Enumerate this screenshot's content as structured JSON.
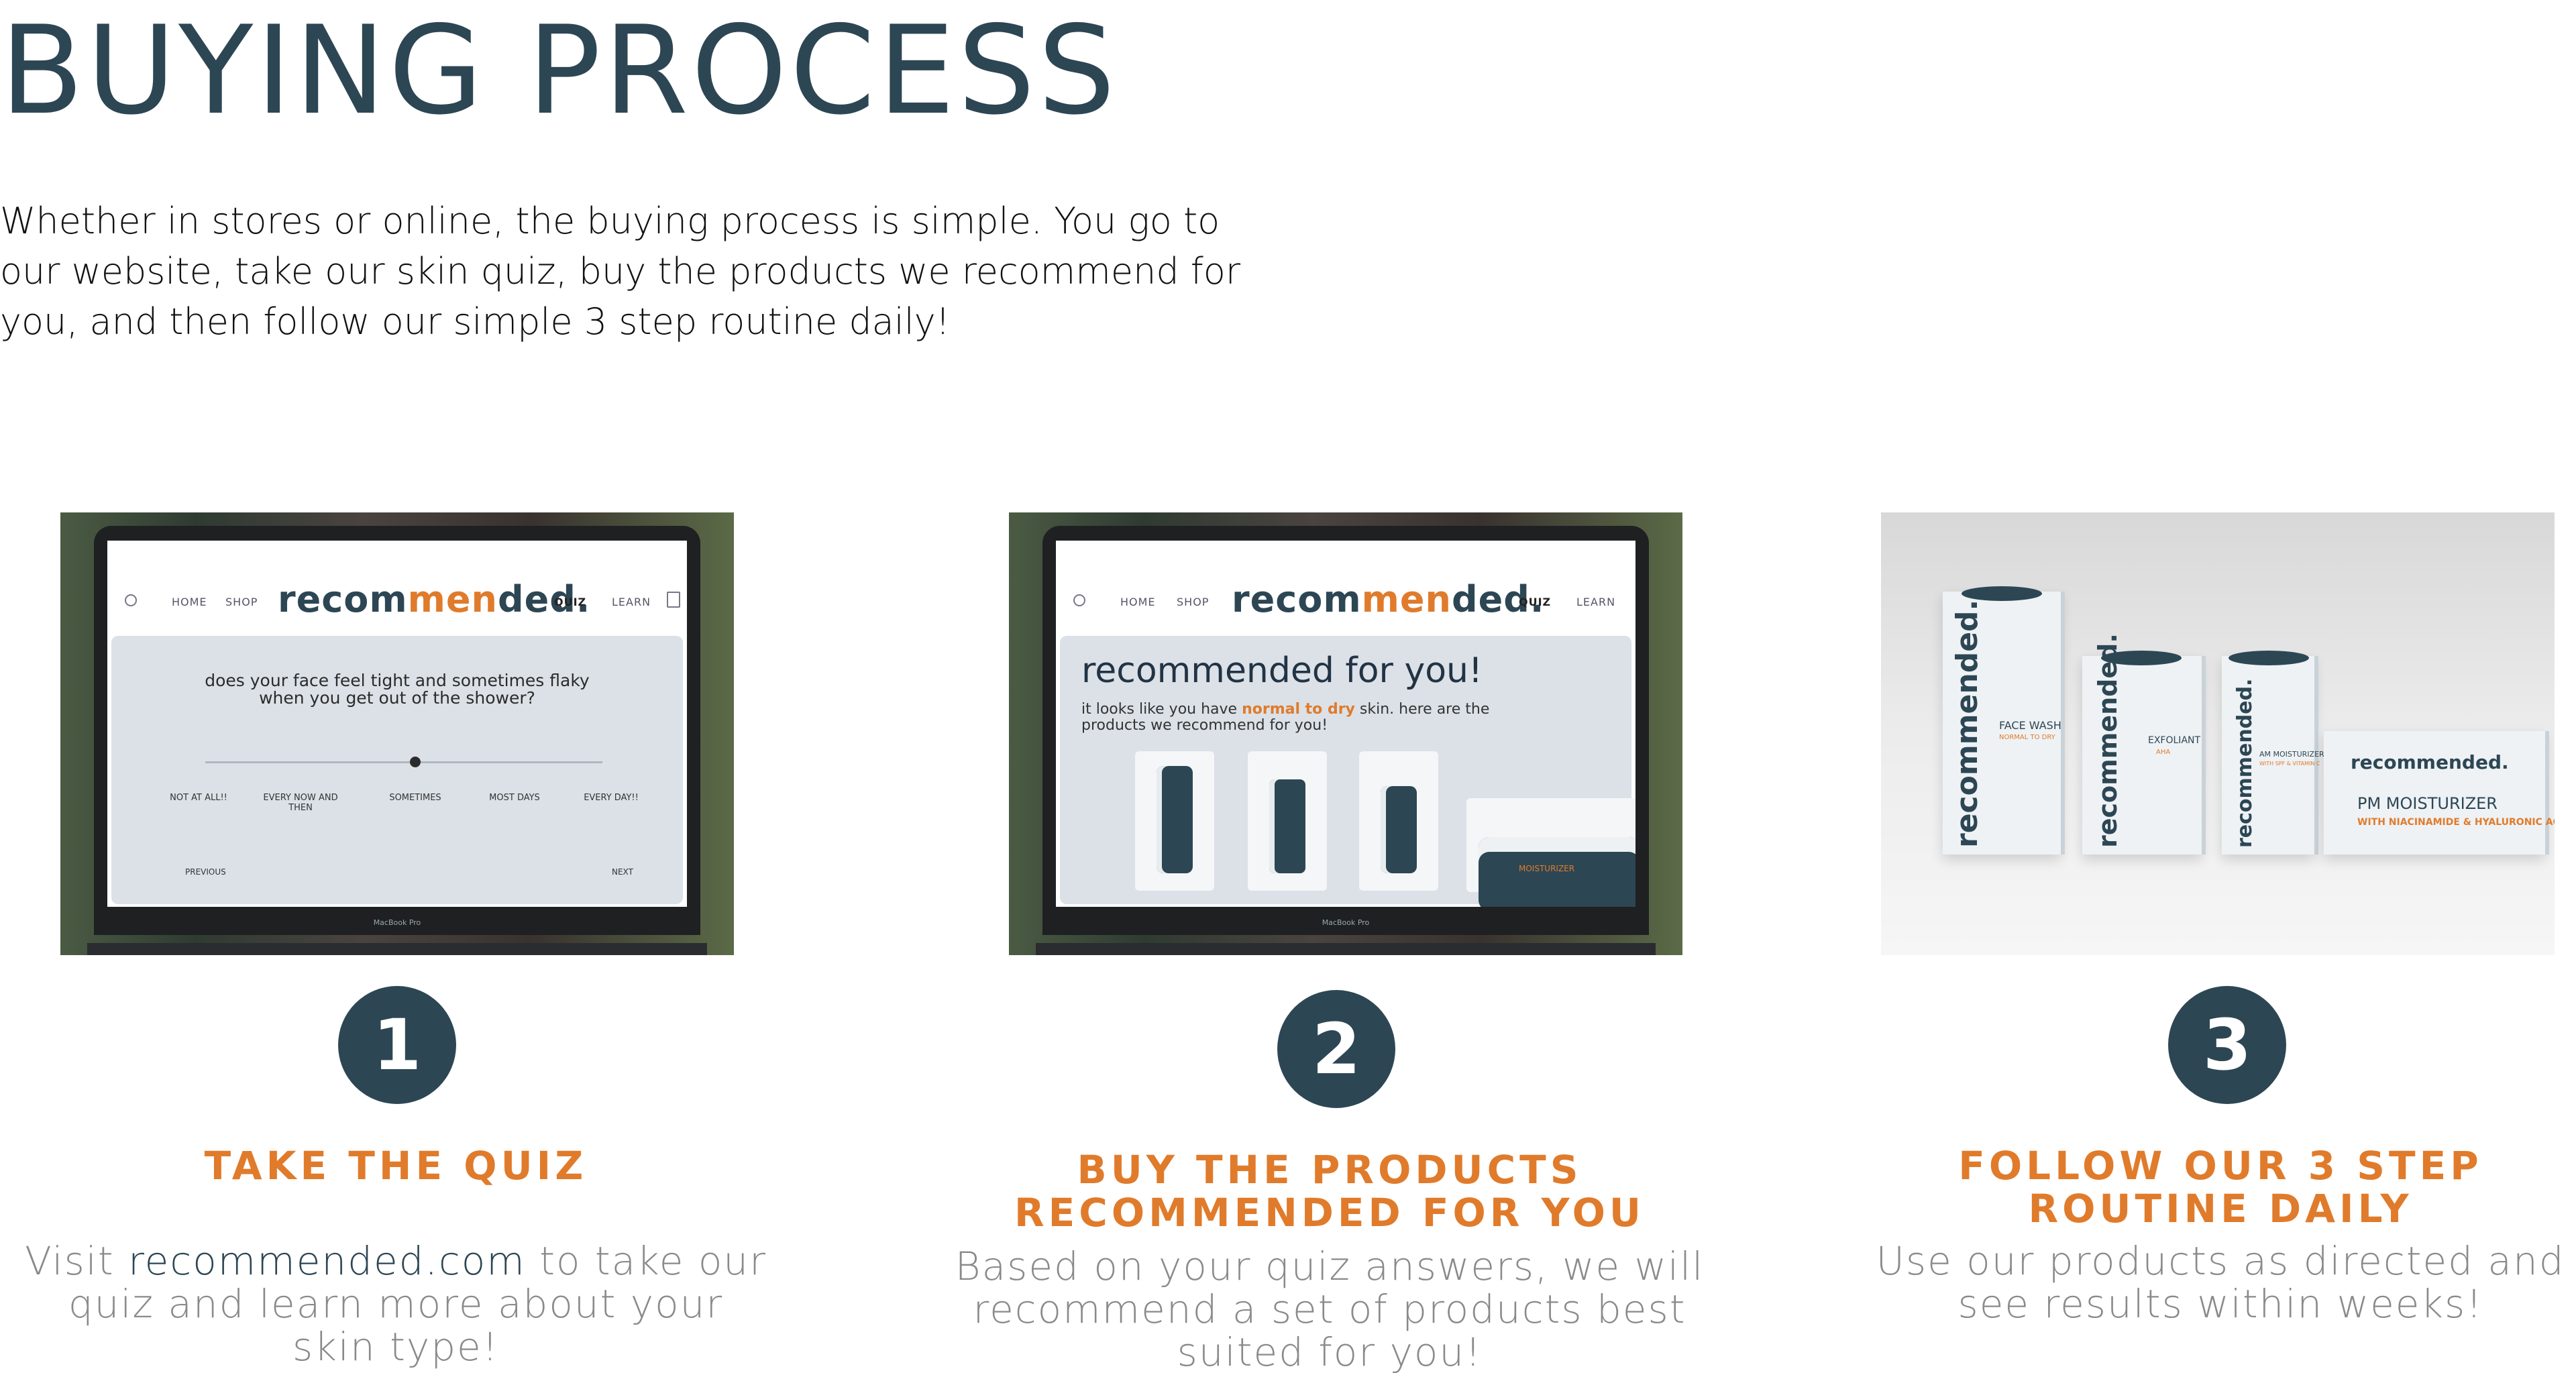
{
  "page": {
    "title": "BUYING PROCESS",
    "intro": "Whether in stores or online, the buying process is simple. You go to our website, take our skin quiz, buy the products we recommend for you, and then follow our simple 3 step routine daily!"
  },
  "colors": {
    "navy": "#2d4654",
    "accent": "#e07b2b",
    "muted": "#8a8a8a"
  },
  "brand": {
    "pre": "recom",
    "hl": "men",
    "post": "ded."
  },
  "laptop": {
    "label": "MacBook Pro"
  },
  "screen1": {
    "nav": {
      "home": "HOME",
      "shop": "SHOP",
      "quiz": "QUIZ",
      "learn": "LEARN"
    },
    "question_line1": "does your face feel tight and sometimes flaky",
    "question_line2": "when you get out of the shower?",
    "options": [
      "NOT AT ALL!!",
      "EVERY NOW AND THEN",
      "SOMETIMES",
      "MOST DAYS",
      "EVERY DAY!!"
    ],
    "selected_option": "SOMETIMES",
    "previous": "PREVIOUS",
    "next": "NEXT"
  },
  "screen2": {
    "nav": {
      "home": "HOME",
      "shop": "SHOP",
      "quiz": "QUIZ",
      "learn": "LEARN"
    },
    "heading": "recommended for you!",
    "sub_pre": "it looks like you have ",
    "sub_hl": "normal to dry",
    "sub_post": " skin. here are the products we recommend for you!",
    "jar_label": "MOISTURIZER"
  },
  "boxes": {
    "face_wash": {
      "brand": "recommended.",
      "label": "FACE WASH",
      "sub": "NORMAL TO DRY"
    },
    "exfoliant": {
      "brand": "recommended.",
      "label": "EXFOLIANT",
      "sub": "AHA"
    },
    "am_moisturizer": {
      "brand": "recommended.",
      "label": "AM MOISTURIZER",
      "sub": "WITH SPF & VITAMIN C"
    },
    "pm_moisturizer": {
      "brand": "recommended.",
      "label": "PM MOISTURIZER",
      "sub": "WITH NIACINAMIDE & HYALURONIC ACID"
    }
  },
  "steps": [
    {
      "number": "1",
      "title": "TAKE THE QUIZ",
      "body_pre": "Visit ",
      "body_link": "recommended.com",
      "body_post": " to take our quiz and learn more about your skin type!"
    },
    {
      "number": "2",
      "title": "BUY THE PRODUCTS RECOMMENDED FOR YOU",
      "body": "Based on your quiz answers, we will recommend a set of products best suited for you!"
    },
    {
      "number": "3",
      "title": "FOLLOW OUR 3 STEP ROUTINE DAILY",
      "body": "Use our products as directed and see results within weeks!"
    }
  ]
}
